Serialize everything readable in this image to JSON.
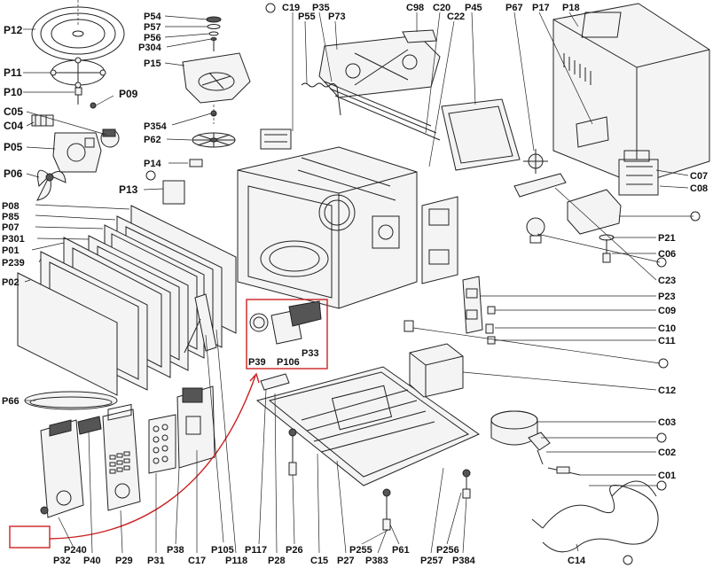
{
  "labels": {
    "P12": "P12",
    "P11": "P11",
    "P10": "P10",
    "P09": "P09",
    "C05": "C05",
    "C04": "C04",
    "P05": "P05",
    "P06": "P06",
    "P54": "P54",
    "P57": "P57",
    "P56": "P56",
    "P304": "P304",
    "P15": "P15",
    "P354": "P354",
    "P62": "P62",
    "P14": "P14",
    "P13": "P13",
    "C19": "C19",
    "P55": "P55",
    "P35": "P35",
    "P73": "P73",
    "C98": "C98",
    "C20": "C20",
    "C22": "C22",
    "P45": "P45",
    "P67": "P67",
    "P17": "P17",
    "P18": "P18",
    "C07": "C07",
    "C08": "C08",
    "P21": "P21",
    "C06": "C06",
    "C23": "C23",
    "P23": "P23",
    "C09": "C09",
    "C10": "C10",
    "C11": "C11",
    "C12": "C12",
    "C03": "C03",
    "C02": "C02",
    "C01": "C01",
    "C14": "C14",
    "P08": "P08",
    "P85": "P85",
    "P07": "P07",
    "P301": "P301",
    "P01": "P01",
    "P239": "P239",
    "P02": "P02",
    "P66": "P66",
    "P39": "P39",
    "P106": "P106",
    "P33": "P33",
    "P240": "P240",
    "P32": "P32",
    "P40": "P40",
    "P29": "P29",
    "P31": "P31",
    "P38": "P38",
    "C17": "C17",
    "P105": "P105",
    "P118": "P118",
    "P117": "P117",
    "P28": "P28",
    "P26": "P26",
    "C15": "C15",
    "P27": "P27",
    "P255": "P255",
    "P383": "P383",
    "P61": "P61",
    "P257": "P257",
    "P256": "P256",
    "P384": "P384"
  }
}
